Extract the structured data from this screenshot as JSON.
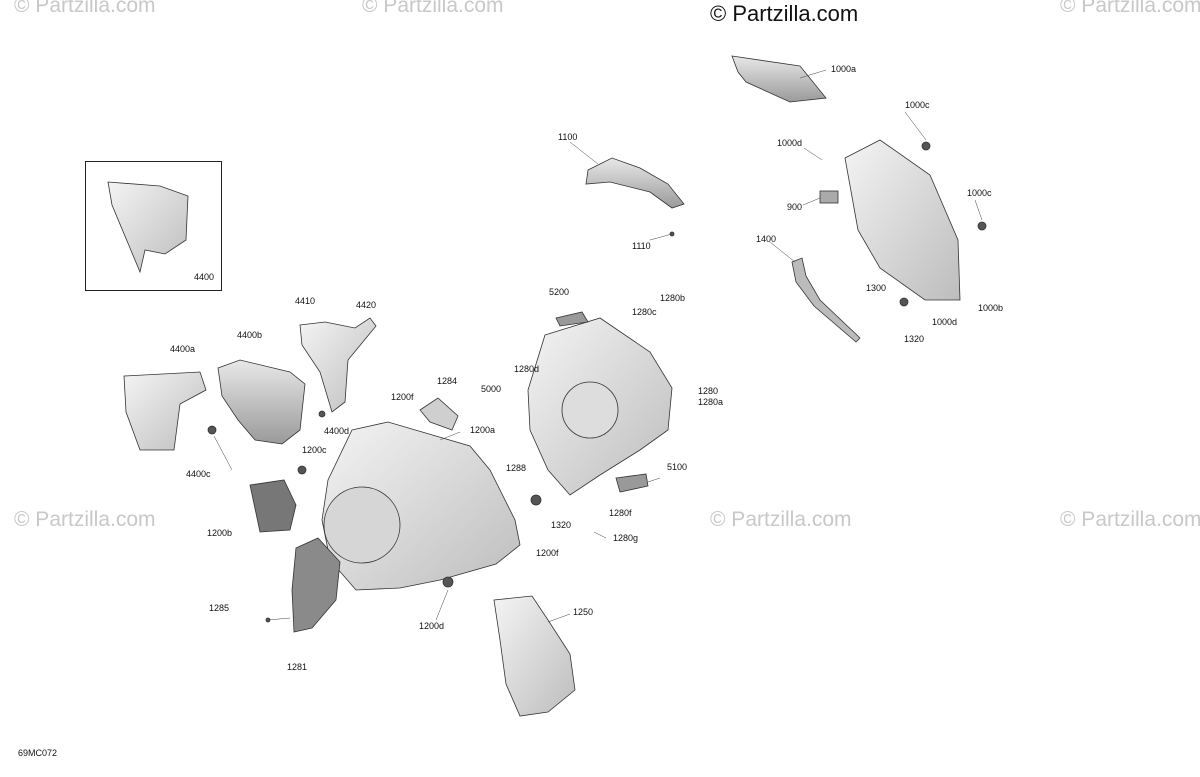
{
  "watermarks": {
    "main": "© Partzilla.com",
    "faint": "© Partzilla.com"
  },
  "diagram_code": "69MC072",
  "inset_label": "4400",
  "callouts": [
    {
      "id": "1000a",
      "text": "1000a"
    },
    {
      "id": "1000c-top",
      "text": "1000c"
    },
    {
      "id": "1000d-top",
      "text": "1000d"
    },
    {
      "id": "1000c-right",
      "text": "1000c"
    },
    {
      "id": "900",
      "text": "900"
    },
    {
      "id": "1400",
      "text": "1400"
    },
    {
      "id": "1300",
      "text": "1300"
    },
    {
      "id": "1000b",
      "text": "1000b"
    },
    {
      "id": "1000d-bottom",
      "text": "1000d"
    },
    {
      "id": "1320-right",
      "text": "1320"
    },
    {
      "id": "1100",
      "text": "1100"
    },
    {
      "id": "1110",
      "text": "1110"
    },
    {
      "id": "5200",
      "text": "5200"
    },
    {
      "id": "1280b",
      "text": "1280b"
    },
    {
      "id": "1280c",
      "text": "1280c"
    },
    {
      "id": "1280d",
      "text": "1280d"
    },
    {
      "id": "5000",
      "text": "5000"
    },
    {
      "id": "1280",
      "text": "1280"
    },
    {
      "id": "1280a",
      "text": "1280a"
    },
    {
      "id": "5100",
      "text": "5100"
    },
    {
      "id": "1288",
      "text": "1288"
    },
    {
      "id": "1280f",
      "text": "1280f"
    },
    {
      "id": "1320-mid",
      "text": "1320"
    },
    {
      "id": "1280g",
      "text": "1280g"
    },
    {
      "id": "1200f",
      "text": "1200f"
    },
    {
      "id": "4410",
      "text": "4410"
    },
    {
      "id": "4420",
      "text": "4420"
    },
    {
      "id": "4400b",
      "text": "4400b"
    },
    {
      "id": "4400a",
      "text": "4400a"
    },
    {
      "id": "1284",
      "text": "1284"
    },
    {
      "id": "1200f-left",
      "text": "1200f"
    },
    {
      "id": "1200a",
      "text": "1200a"
    },
    {
      "id": "4400d",
      "text": "4400d"
    },
    {
      "id": "1200c",
      "text": "1200c"
    },
    {
      "id": "4400c",
      "text": "4400c"
    },
    {
      "id": "1200b",
      "text": "1200b"
    },
    {
      "id": "1285",
      "text": "1285"
    },
    {
      "id": "1200d",
      "text": "1200d"
    },
    {
      "id": "1281",
      "text": "1281"
    },
    {
      "id": "1250",
      "text": "1250"
    }
  ]
}
